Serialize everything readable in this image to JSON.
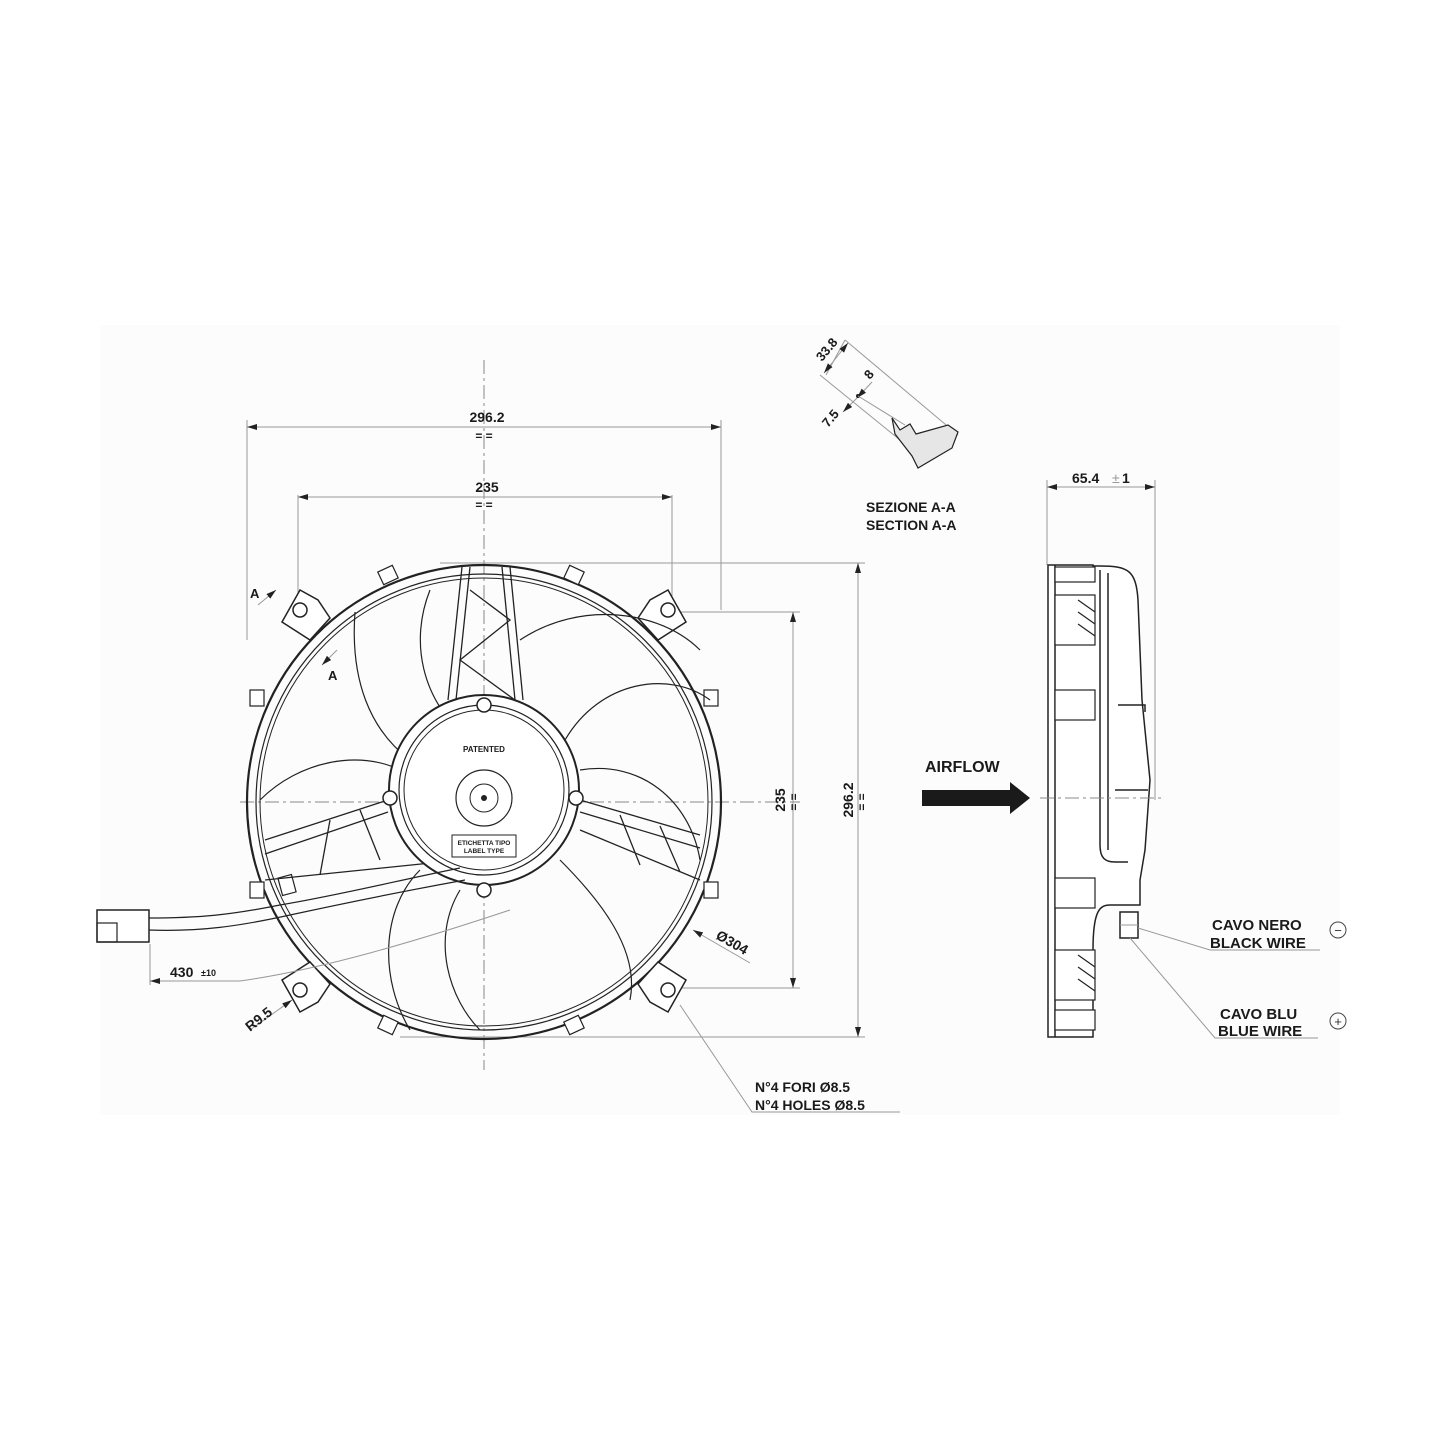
{
  "front_view": {
    "width_overall": "296.2",
    "width_overall_sym": "= =",
    "hole_spacing_h": "235",
    "hole_spacing_h_sym": "= =",
    "hole_spacing_v": "235",
    "hole_spacing_v_sym": "= =",
    "height_overall": "296.2",
    "height_overall_sym": "= =",
    "diameter": "Ø304",
    "radius": "R9.5",
    "cable_length": "430",
    "cable_tolerance": "±10",
    "section_mark_top": "A",
    "section_mark_bottom": "A",
    "motor_label_top": "PATENTED",
    "label_line1": "ETICHETTA TIPO",
    "label_line2": "LABEL TYPE",
    "holes_it": "N°4 FORI Ø8.5",
    "holes_en": "N°4 HOLES Ø8.5"
  },
  "section_view": {
    "dim_total": "33.8",
    "dim_upper": "8",
    "dim_lower": "7.5",
    "title_it": "SEZIONE A-A",
    "title_en": "SECTION A-A"
  },
  "side_view": {
    "depth": "65.4",
    "depth_tolerance": "±1",
    "airflow_label": "AIRFLOW",
    "black_wire_it": "CAVO NERO",
    "black_wire_en": "BLACK WIRE",
    "black_wire_polarity": "−",
    "blue_wire_it": "CAVO BLU",
    "blue_wire_en": "BLUE WIRE",
    "blue_wire_polarity": "+"
  },
  "colors": {
    "ink": "#1a1a1a",
    "dim_line": "#999999",
    "sheet": "#fcfcfc"
  }
}
